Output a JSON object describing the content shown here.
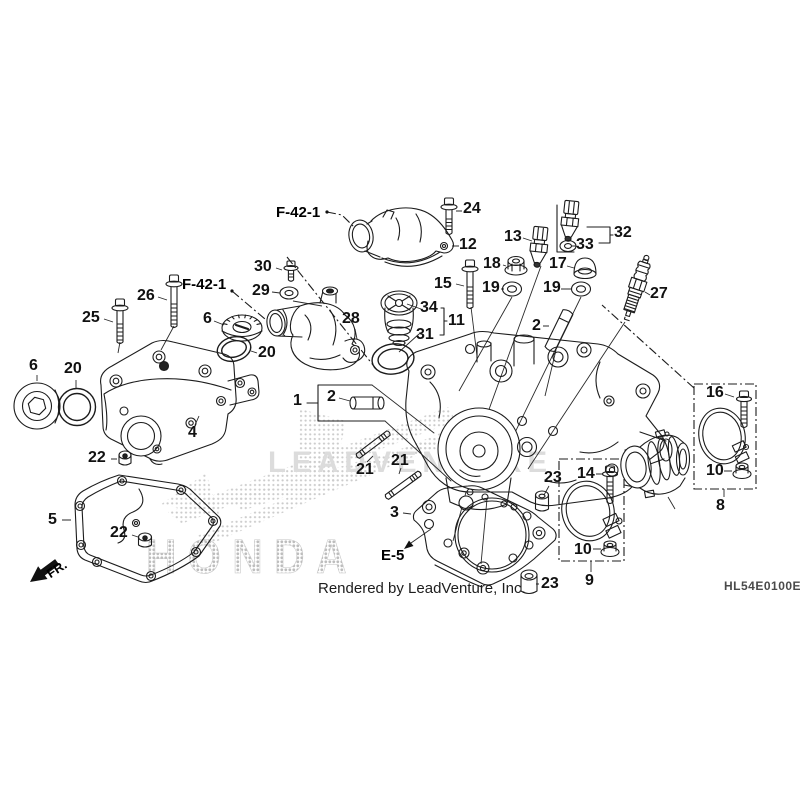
{
  "watermarks": {
    "vendor": "LEADVENTURE",
    "brand": "HONDA"
  },
  "footer": {
    "credit": "Rendered by LeadVenture, Inc.",
    "code": "HL54E0100E"
  },
  "direction_label": "FR.",
  "callouts": [
    {
      "ref": "F-42-1"
    },
    {
      "num": "24"
    },
    {
      "num": "12"
    },
    {
      "num": "13"
    },
    {
      "num": "33"
    },
    {
      "num": "32"
    },
    {
      "num": "18"
    },
    {
      "num": "19"
    },
    {
      "num": "17"
    },
    {
      "num": "19"
    },
    {
      "num": "27"
    },
    {
      "num": "30"
    },
    {
      "num": "29"
    },
    {
      "ref": "F-42-1"
    },
    {
      "num": "26"
    },
    {
      "num": "25"
    },
    {
      "num": "6"
    },
    {
      "num": "20"
    },
    {
      "num": "28"
    },
    {
      "num": "34"
    },
    {
      "num": "11"
    },
    {
      "num": "31"
    },
    {
      "num": "15"
    },
    {
      "num": "2"
    },
    {
      "num": "6"
    },
    {
      "num": "20"
    },
    {
      "num": "4"
    },
    {
      "num": "1"
    },
    {
      "num": "2"
    },
    {
      "num": "21"
    },
    {
      "num": "21"
    },
    {
      "num": "22"
    },
    {
      "num": "5"
    },
    {
      "num": "22"
    },
    {
      "num": "3"
    },
    {
      "ref": "E-5"
    },
    {
      "num": "23"
    },
    {
      "num": "23"
    },
    {
      "num": "14"
    },
    {
      "num": "10"
    },
    {
      "num": "9"
    },
    {
      "num": "16"
    },
    {
      "num": "10"
    },
    {
      "num": "8"
    }
  ]
}
